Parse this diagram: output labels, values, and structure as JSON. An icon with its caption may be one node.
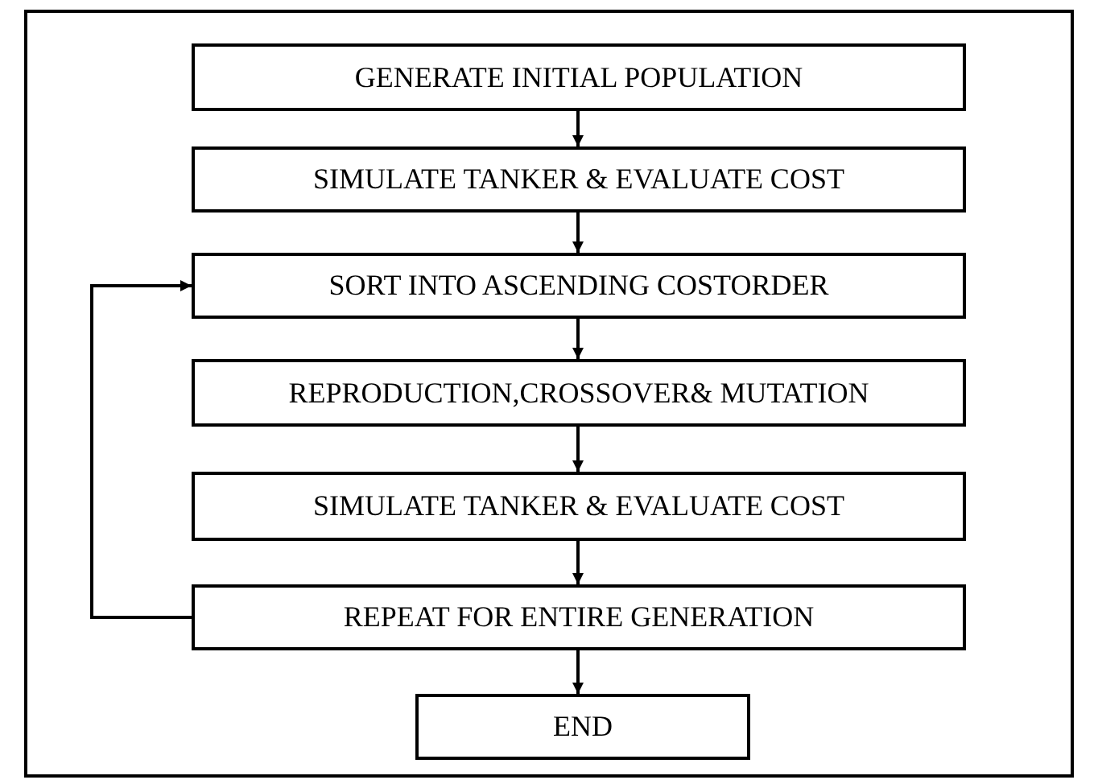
{
  "diagram": {
    "nodes": [
      {
        "text": [
          "GENERATE INITIAL POPULATION"
        ]
      },
      {
        "text": [
          "SIMULATE TANKER & EVALUATE COST"
        ]
      },
      {
        "text": [
          "SORT INTO ASCENDING COSTORDER"
        ]
      },
      {
        "text": [
          "REPRODUCTION,CROSSOVER& MUTATION"
        ]
      },
      {
        "text": [
          "SIMULATE TANKER & EVALUATE COST"
        ]
      },
      {
        "text": [
          "REPEAT FOR ENTIRE GENERATION"
        ]
      },
      {
        "text": [
          "END"
        ]
      }
    ],
    "edges": [
      {
        "from": 0,
        "to": 1,
        "arrow": "to"
      },
      {
        "from": 1,
        "to": 2,
        "arrow": "to"
      },
      {
        "from": 2,
        "to": 3,
        "arrow": "to"
      },
      {
        "from": 3,
        "to": 4,
        "arrow": "to"
      },
      {
        "from": 4,
        "to": 5,
        "arrow": "to"
      },
      {
        "from": 5,
        "to": 6,
        "arrow": "to"
      },
      {
        "from": 5,
        "to": 2,
        "arrow": "to"
      }
    ]
  }
}
